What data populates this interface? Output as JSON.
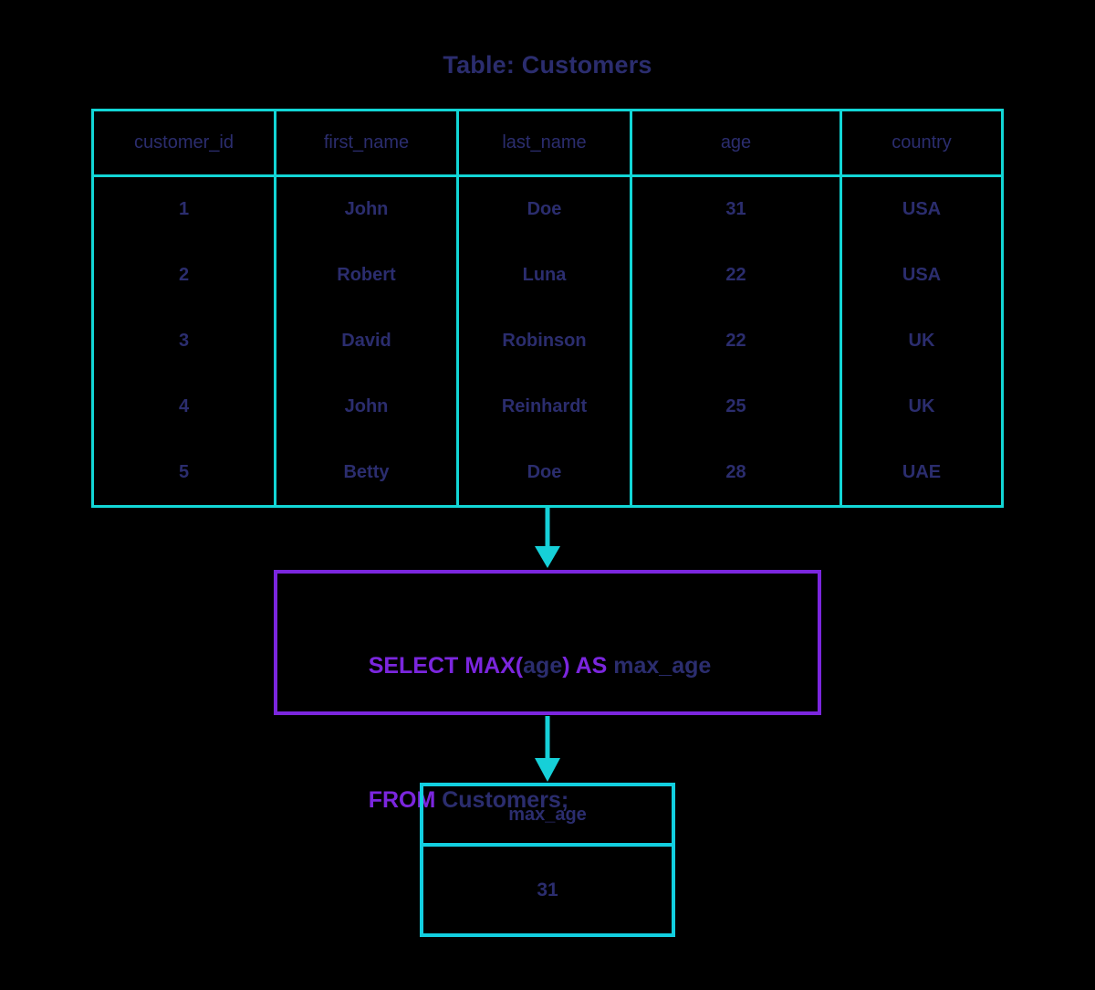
{
  "title": "Table: Customers",
  "colors": {
    "background": "#000000",
    "table_border": "#12d6d6",
    "result_border": "#12cfe0",
    "query_border": "#7b26de",
    "keyword": "#7b26de",
    "text": "#2b2d6e",
    "arrow": "#16d0d8"
  },
  "source_table": {
    "headers": [
      "customer_id",
      "first_name",
      "last_name",
      "age",
      "country"
    ],
    "rows": [
      [
        "1",
        "John",
        "Doe",
        "31",
        "USA"
      ],
      [
        "2",
        "Robert",
        "Luna",
        "22",
        "USA"
      ],
      [
        "3",
        "David",
        "Robinson",
        "22",
        "UK"
      ],
      [
        "4",
        "John",
        "Reinhardt",
        "25",
        "UK"
      ],
      [
        "5",
        "Betty",
        "Doe",
        "28",
        "UAE"
      ]
    ]
  },
  "query": {
    "line1": [
      {
        "text": "SELECT MAX(",
        "kind": "keyword"
      },
      {
        "text": "age",
        "kind": "identifier"
      },
      {
        "text": ") AS ",
        "kind": "keyword"
      },
      {
        "text": "max_age",
        "kind": "identifier"
      }
    ],
    "line2": [
      {
        "text": "FROM ",
        "kind": "keyword"
      },
      {
        "text": "Customers;",
        "kind": "identifier"
      }
    ],
    "full_text": "SELECT MAX(age) AS max_age FROM Customers;"
  },
  "result_table": {
    "header": "max_age",
    "value": "31"
  },
  "arrows": [
    {
      "name": "table-to-query",
      "direction": "down"
    },
    {
      "name": "query-to-result",
      "direction": "down"
    }
  ]
}
